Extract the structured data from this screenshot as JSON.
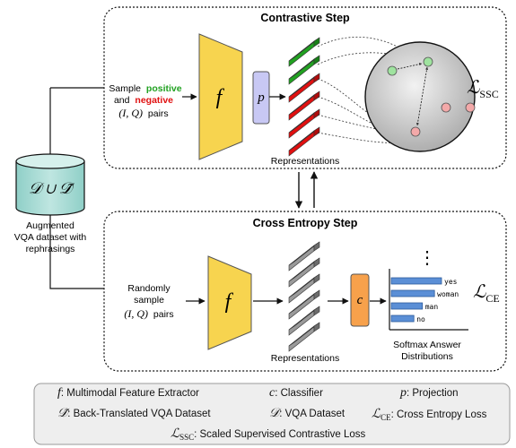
{
  "contrastive_step": {
    "title": "Contrastive Step",
    "input_line1": "Sample",
    "input_positive": "positive",
    "input_and": "and",
    "input_negative": "negative",
    "input_pairs_math": "(I, Q)",
    "input_pairs": "pairs",
    "extractor_symbol": "f",
    "projection_symbol": "p",
    "representations_label": "Representations",
    "loss_symbol": "ℒ",
    "loss_subscript": "SSC",
    "colors": {
      "positive": "#21a121",
      "negative": "#e01010"
    }
  },
  "dataset": {
    "symbol": "𝒟 ∪ 𝒟̃",
    "label_lines": [
      "Augmented",
      "VQA dataset with",
      "rephrasings"
    ]
  },
  "cross_entropy_step": {
    "title": "Cross Entropy Step",
    "input_lines": [
      "Randomly",
      "sample"
    ],
    "input_pairs_math": "(I, Q)",
    "input_pairs": "pairs",
    "extractor_symbol": "f",
    "classifier_symbol": "c",
    "representations_label": "Representations",
    "softmax_label_lines": [
      "Softmax Answer",
      "Distributions"
    ],
    "answers": [
      "yes",
      "woman",
      "man",
      "no"
    ],
    "answer_values": [
      1.0,
      0.86,
      0.62,
      0.45
    ],
    "ellipsis": "⋮",
    "loss_symbol": "ℒ",
    "loss_subscript": "CE"
  },
  "legend": {
    "f": {
      "symbol": "f",
      "text": ": Multimodal Feature Extractor"
    },
    "c": {
      "symbol": "c",
      "text": ": Classifier"
    },
    "p": {
      "symbol": "p",
      "text": ": Projection"
    },
    "dtilde": {
      "symbol": "𝒟̃",
      "text": ": Back-Translated VQA Dataset"
    },
    "d": {
      "symbol": "𝒟",
      "text": ": VQA Dataset"
    },
    "lce": {
      "symbol": "ℒ",
      "sub": "CE",
      "text": ": Cross Entropy Loss"
    },
    "lssc": {
      "symbol": "ℒ",
      "sub": "SSC",
      "text": ": Scaled Supervised Contrastive Loss"
    }
  }
}
